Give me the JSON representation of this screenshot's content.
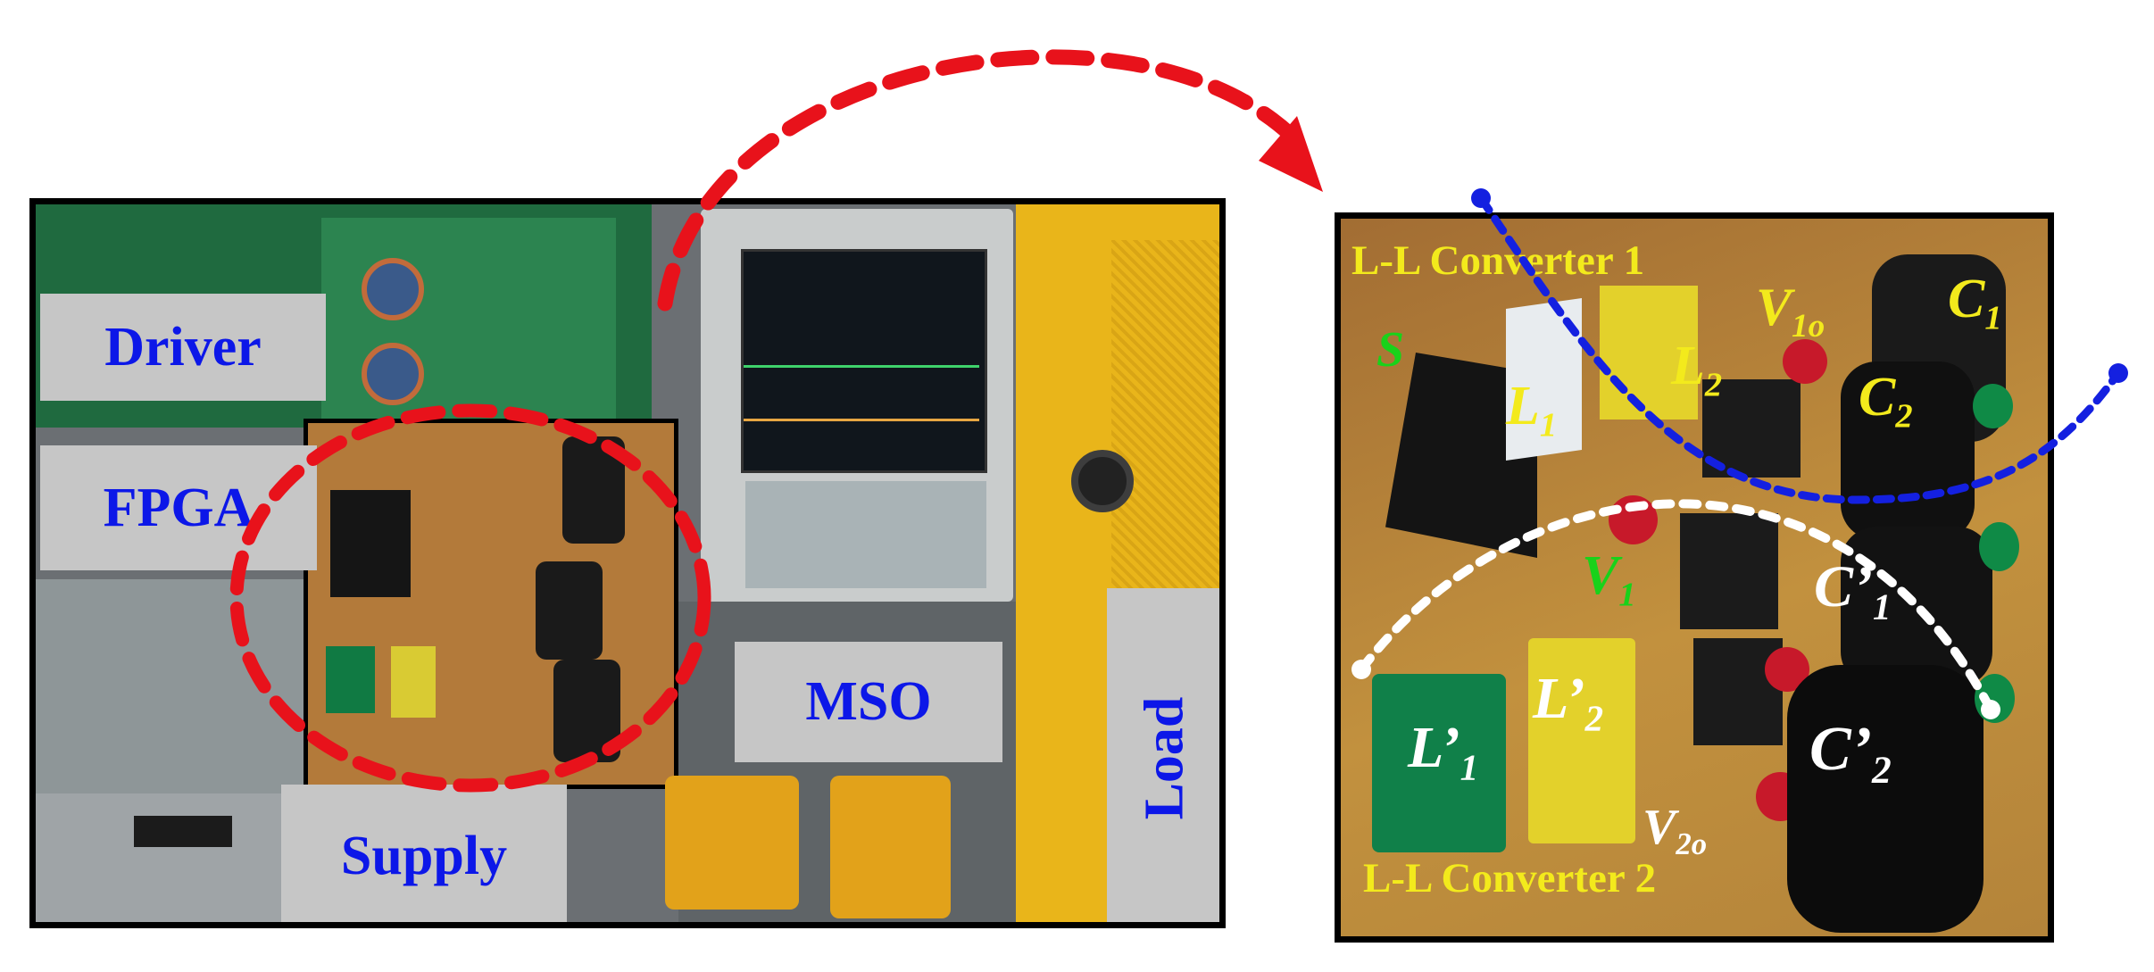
{
  "left_labels": {
    "driver": "Driver",
    "fpga": "FPGA",
    "supply": "Supply",
    "mso": "MSO",
    "load": "Load"
  },
  "right_labels": {
    "converter1": "L-L Converter 1",
    "converter2": "L-L Converter 2",
    "s": "S",
    "l1_base": "L",
    "l1_sub": "1",
    "l2_base": "L",
    "l2_sub": "2",
    "v1o_base": "V",
    "v1o_sub": "1o",
    "c1_base": "C",
    "c1_sub": "1",
    "c2_base": "C",
    "c2_sub": "2",
    "v1_base": "V",
    "v1_sub": "1",
    "cp1_base": "C’",
    "cp1_sub": "1",
    "lp1_base": "L’",
    "lp1_sub": "1",
    "lp2_base": "L’",
    "lp2_sub": "2",
    "cp2_base": "C’",
    "cp2_sub": "2",
    "v2o_base": "V",
    "v2o_sub": "2o"
  },
  "colors": {
    "label_blue": "#0c17e8",
    "label_box_gray": "#c6c6c6",
    "board_yellow": "#f3ea1c",
    "arrow_red": "#e8121b",
    "dotted_blue": "#1420e0",
    "dotted_white": "#ffffff",
    "v1_green": "#19d21a"
  }
}
